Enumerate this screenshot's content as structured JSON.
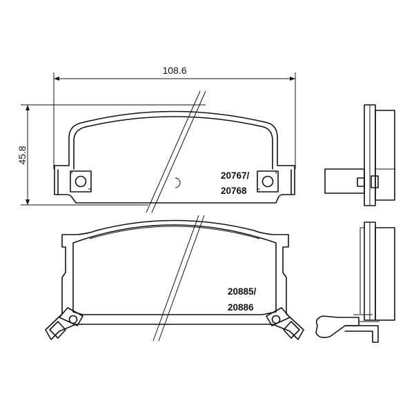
{
  "dimensions": {
    "width": "108.6",
    "height": "45.8"
  },
  "pads": {
    "upper": {
      "codes": [
        "20767/",
        "20768"
      ]
    },
    "lower": {
      "codes": [
        "20885/",
        "20886"
      ]
    }
  },
  "colors": {
    "line": "#111111",
    "background": "#ffffff"
  }
}
